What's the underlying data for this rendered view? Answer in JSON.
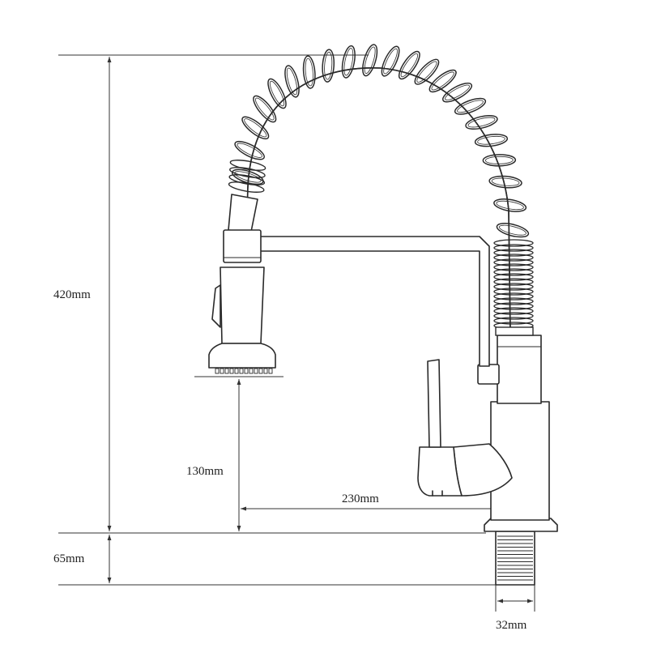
{
  "diagram": {
    "dimensions": [
      {
        "id": "total-height",
        "label": "420mm",
        "value": 420,
        "unit": "mm"
      },
      {
        "id": "spout-height",
        "label": "130mm",
        "value": 130,
        "unit": "mm"
      },
      {
        "id": "spout-reach",
        "label": "230mm",
        "value": 230,
        "unit": "mm"
      },
      {
        "id": "shank-length",
        "label": "65mm",
        "value": 65,
        "unit": "mm"
      },
      {
        "id": "shank-diameter",
        "label": "32mm",
        "value": 32,
        "unit": "mm"
      }
    ],
    "colors": {
      "line": "#2a2a2a",
      "background": "#ffffff"
    }
  }
}
